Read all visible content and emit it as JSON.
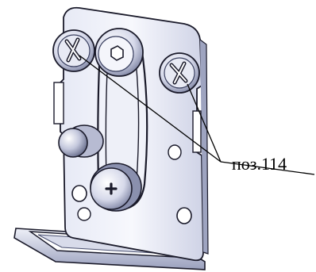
{
  "callout": {
    "label": "поз.114"
  },
  "colors": {
    "background": "#ffffff",
    "metal_light": "#f2f4fb",
    "metal_mid": "#c9cde2",
    "metal_dark": "#6a7090",
    "outline": "#1a1a2a",
    "leader": "#000000"
  },
  "parts": [
    "bracket-plate",
    "base-flange",
    "screw-head",
    "hex-socket-bolt",
    "belt",
    "round-knob",
    "phillips-screw"
  ]
}
